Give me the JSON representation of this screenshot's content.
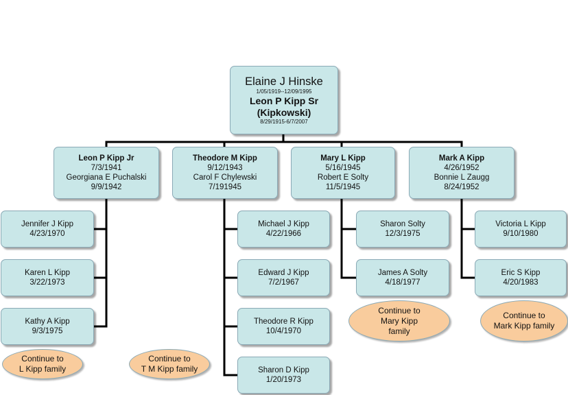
{
  "root": {
    "name": "Elaine J Hinske",
    "dates": "1/05/1919--12/09/1995",
    "spouse_line1": "Leon P Kipp Sr",
    "spouse_line2": "(Kipkowski)",
    "spouse_dates": "8/29/1915-6/7/2007"
  },
  "families": [
    {
      "name": "Leon P Kipp Jr",
      "birth": "7/3/1941",
      "spouse": "Georgiana E Puchalski",
      "spouse_birth": "9/9/1942"
    },
    {
      "name": "Theodore M Kipp",
      "birth": "9/12/1943",
      "spouse": "Carol F Chylewski",
      "spouse_birth": "7/191945"
    },
    {
      "name": "Mary L Kipp",
      "birth": "5/16/1945",
      "spouse": "Robert E Solty",
      "spouse_birth": "11/5/1945"
    },
    {
      "name": "Mark A Kipp",
      "birth": "4/26/1952",
      "spouse": "Bonnie L Zaugg",
      "spouse_birth": "8/24/1952"
    }
  ],
  "children": {
    "leon": [
      {
        "name": "Jennifer J Kipp",
        "date": "4/23/1970"
      },
      {
        "name": "Karen L Kipp",
        "date": "3/22/1973"
      },
      {
        "name": "Kathy A Kipp",
        "date": "9/3/1975"
      }
    ],
    "theodore": [
      {
        "name": "Michael J Kipp",
        "date": "4/22/1966"
      },
      {
        "name": "Edward J Kipp",
        "date": "7/2/1967"
      },
      {
        "name": "Theodore R Kipp",
        "date": "10/4/1970"
      },
      {
        "name": "Sharon D Kipp",
        "date": "1/20/1973"
      }
    ],
    "mary": [
      {
        "name": "Sharon Solty",
        "date": "12/3/1975"
      },
      {
        "name": "James A Solty",
        "date": "4/18/1977"
      }
    ],
    "mark": [
      {
        "name": "Victoria L Kipp",
        "date": "9/10/1980"
      },
      {
        "name": "Eric S Kipp",
        "date": "4/20/1983"
      }
    ]
  },
  "continues": {
    "leon": [
      "Continue to",
      "L Kipp family"
    ],
    "theodore": [
      "Continue to",
      "T M Kipp family"
    ],
    "mary": [
      "Continue to",
      "Mary  Kipp",
      "family"
    ],
    "mark": [
      "Continue to",
      "Mark Kipp family"
    ]
  }
}
